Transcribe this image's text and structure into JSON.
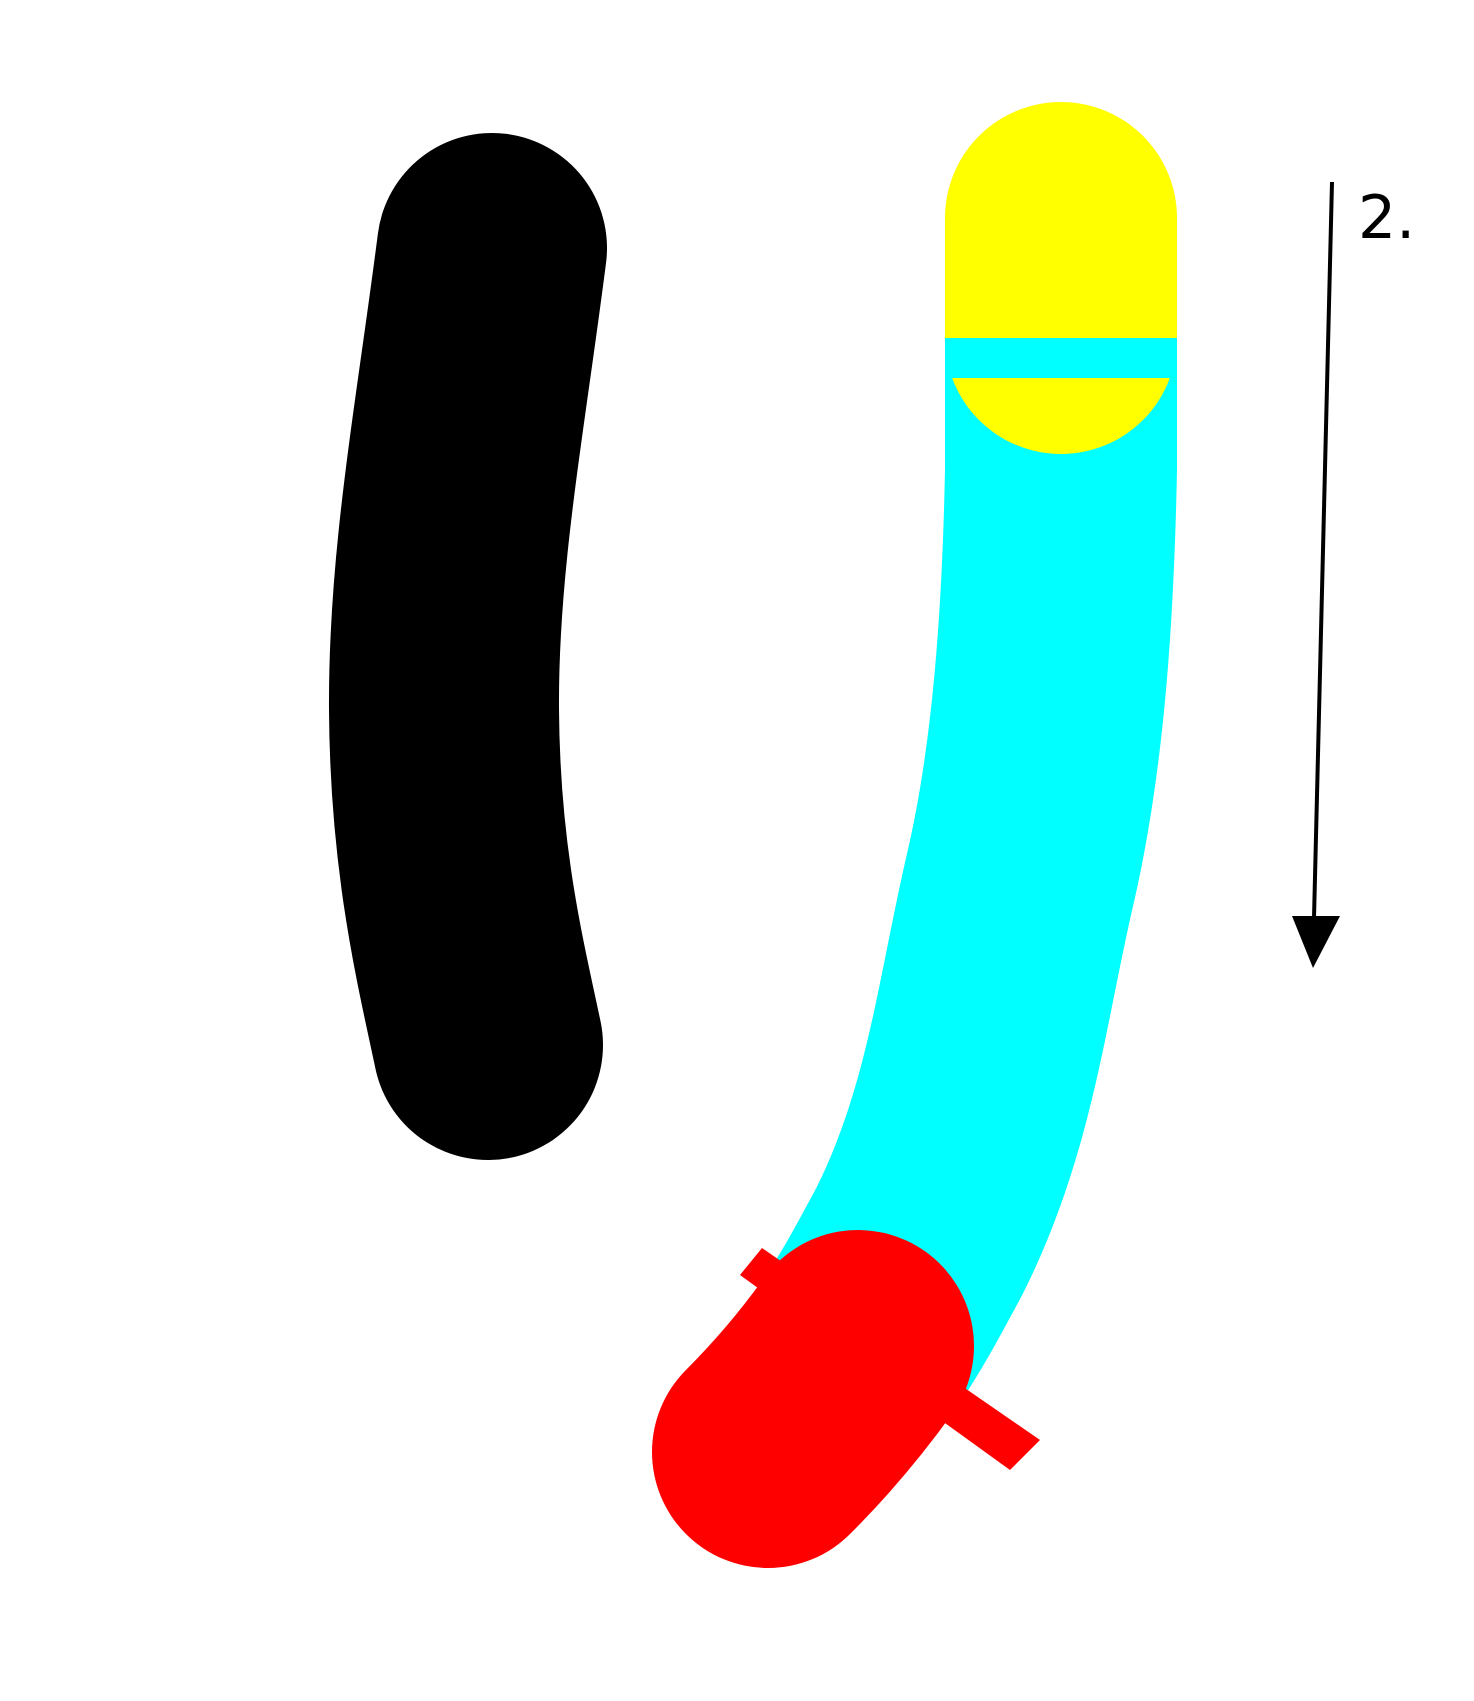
{
  "diagram": {
    "background_color": "#ffffff",
    "strokes": [
      {
        "name": "stroke-1",
        "color": "#000000"
      },
      {
        "name": "stroke-2",
        "segments": [
          {
            "part": "start",
            "color": "#ffff00"
          },
          {
            "part": "middle",
            "color": "#00ffff"
          },
          {
            "part": "end",
            "color": "#ff0000"
          }
        ],
        "direction_arrow": {
          "label": "2.",
          "color": "#000000",
          "direction": "down"
        }
      }
    ]
  }
}
